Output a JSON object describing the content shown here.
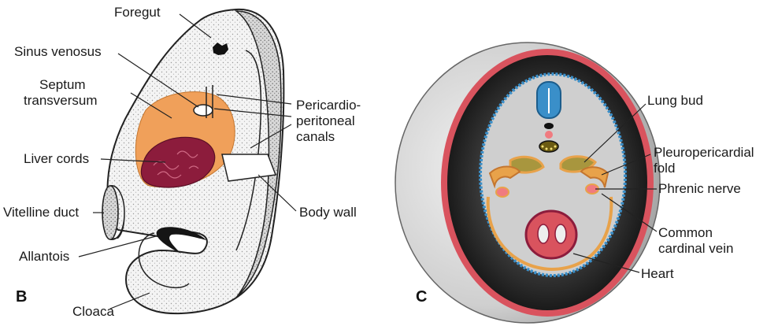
{
  "panels": {
    "b": {
      "letter": "B",
      "labels": {
        "foregut": "Foregut",
        "sinus_venosus": "Sinus venosus",
        "septum_line1": "Septum",
        "septum_line2": "transversum",
        "pericardio_line1": "Pericardio-",
        "pericardio_line2": "peritoneal",
        "pericardio_line3": "canals",
        "liver_cords": "Liver cords",
        "vitelline_duct": "Vitelline duct",
        "body_wall": "Body wall",
        "allantois": "Allantois",
        "cloaca": "Cloaca"
      }
    },
    "c": {
      "letter": "C",
      "labels": {
        "lung_bud": "Lung bud",
        "pleuro_line1": "Pleuropericardial",
        "pleuro_line2": "fold",
        "phrenic_nerve": "Phrenic nerve",
        "cardinal_line1": "Common",
        "cardinal_line2": "cardinal vein",
        "heart": "Heart"
      }
    }
  },
  "colors": {
    "septum": "#f0a05a",
    "liver": "#8c1c3c",
    "outer_ring": "#d9535e",
    "neural_tube": "#3a8fc9",
    "mesoderm": "#e8a24a",
    "cavity": "#cfcfcf",
    "dark": "#1e1e1e"
  }
}
